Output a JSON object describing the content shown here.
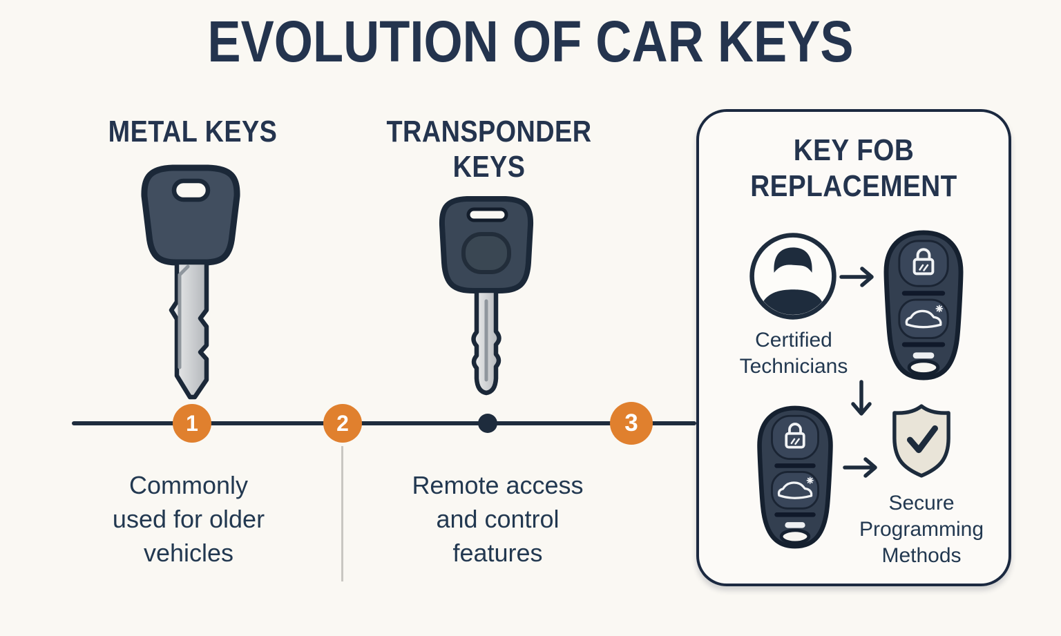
{
  "title": "EVOLUTION OF CAR KEYS",
  "colors": {
    "background": "#faf8f3",
    "navy_text": "#24344e",
    "timeline_line": "#1e2c3d",
    "orange_marker": "#e0802e",
    "marker_number": "#ffffff",
    "key_body": "#3c4959",
    "blade_silver": "#d9dadc",
    "shield_fill": "#e9e4d8",
    "panel_border": "#1b2940"
  },
  "sections": [
    {
      "heading": "METAL KEYS",
      "description": "Commonly\nused for older\nvehicles",
      "icon": "metal-key-icon",
      "marker": "1"
    },
    {
      "heading": "TRANSPONDER\nKEYS",
      "description": "Remote access\nand control\nfeatures",
      "icon": "transponder-key-icon",
      "marker": "2"
    }
  ],
  "timeline": {
    "markers": [
      "1",
      "2",
      "3"
    ]
  },
  "panel": {
    "heading": "KEY FOB\nREPLACEMENT",
    "marker": "3",
    "items": [
      {
        "icon": "technician-icon",
        "label": "Certified\nTechnicians"
      },
      {
        "icon": "key-fob-icon",
        "label": ""
      },
      {
        "icon": "key-fob-icon",
        "label": ""
      },
      {
        "icon": "shield-check-icon",
        "label": "Secure\nProgramming\nMethods"
      }
    ]
  }
}
